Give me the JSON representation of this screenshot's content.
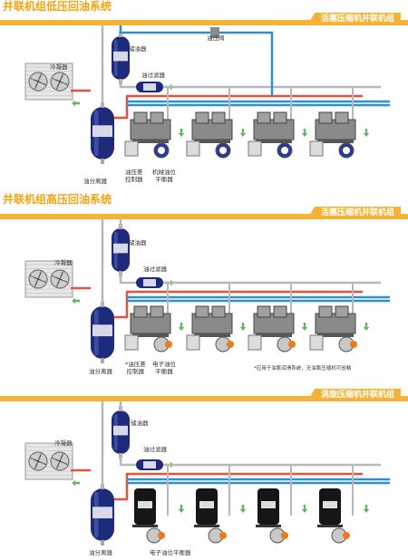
{
  "sections": [
    {
      "title": "并联机组低压回油系统",
      "tag": "活塞压缩机并联机组",
      "labels": {
        "condenser": "冷凝器",
        "oil_reservoir": "储油器",
        "pressure_valve": "油压阀",
        "oil_filter": "油过滤器",
        "oil_separator": "油分离器",
        "oil_pressure_controller": "油压差\n控制器",
        "mechanical_oil_balancer": "机械油位\n平衡器"
      }
    },
    {
      "title": "并联机组高压回油系统",
      "tag": "活塞压缩机并联机组",
      "labels": {
        "condenser": "冷凝器",
        "oil_reservoir": "储油器",
        "oil_filter": "油过滤器",
        "oil_separator": "油分离器",
        "oil_pressure_controller": "*油压差\n控制器",
        "electronic_oil_balancer": "电子油位\n平衡器"
      },
      "note": "*应用于油泵润滑系统，无油泵压缩机可省略"
    },
    {
      "title": "",
      "tag": "涡旋压缩机并联机组",
      "labels": {
        "condenser": "冷凝器",
        "oil_reservoir": "储油器",
        "oil_filter": "油过滤器",
        "oil_separator": "油分离器",
        "electronic_oil_balancer": "电子油位平衡器"
      }
    }
  ],
  "colors": {
    "accent": "#f5b335",
    "title": "#f2a413",
    "hot_pipe": "#e8503a",
    "cold_pipe": "#2e8ed6",
    "oil_pipe": "#b8b8b8",
    "vessel": "#1e2a7a",
    "arrow": "#5cb85c"
  }
}
